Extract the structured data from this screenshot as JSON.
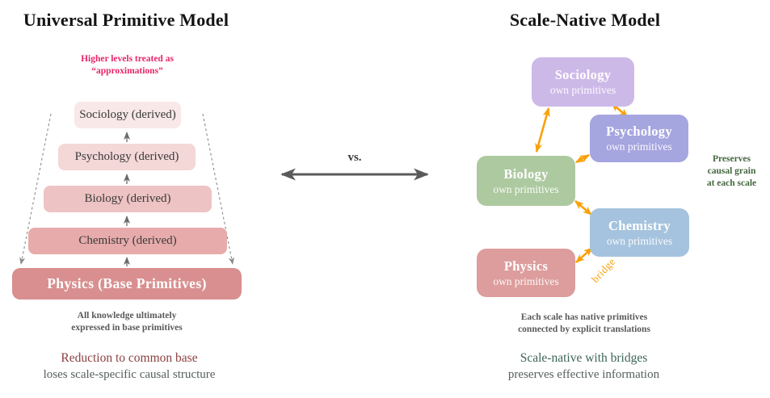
{
  "left": {
    "title": "Universal Primitive Model",
    "annotation_line1": "Higher levels treated as",
    "annotation_line2": "“approximations”",
    "levels": [
      {
        "label": "Sociology (derived)",
        "bg": "#f8e8e8",
        "fg": "#3a3a3a"
      },
      {
        "label": "Psychology (derived)",
        "bg": "#f4d7d7",
        "fg": "#3a3a3a"
      },
      {
        "label": "Biology (derived)",
        "bg": "#eec3c3",
        "fg": "#3a3a3a"
      },
      {
        "label": "Chemistry (derived)",
        "bg": "#e7abab",
        "fg": "#3a3a3a"
      },
      {
        "label": "Physics (Base Primitives)",
        "bg": "#d98f8f",
        "fg": "#ffffff"
      }
    ],
    "footnote_line1": "All knowledge ultimately",
    "footnote_line2": "expressed in base primitives",
    "caption_line1": "Reduction to common base",
    "caption_line2": "loses scale-specific causal structure"
  },
  "middle": {
    "vs_label": "vs."
  },
  "right": {
    "title": "Scale-Native Model",
    "nodes": [
      {
        "name": "Sociology",
        "sub": "own primitives",
        "bg": "#cdb9e8"
      },
      {
        "name": "Psychology",
        "sub": "own primitives",
        "bg": "#a5a5e0"
      },
      {
        "name": "Biology",
        "sub": "own primitives",
        "bg": "#adc9a0"
      },
      {
        "name": "Chemistry",
        "sub": "own primitives",
        "bg": "#a5c3de"
      },
      {
        "name": "Physics",
        "sub": "own primitives",
        "bg": "#dd9d9d"
      }
    ],
    "bridge_label": "bridge",
    "annotation_line1": "Preserves",
    "annotation_line2": "causal grain",
    "annotation_line3": "at each scale",
    "footnote_line1": "Each scale has native primitives",
    "footnote_line2": "connected by explicit translations",
    "caption_line1": "Scale-native with bridges",
    "caption_line2": "preserves effective information"
  },
  "colors": {
    "annotation_pink": "#e8256a",
    "caption_maroon": "#8a4040",
    "caption_green": "#3d6456",
    "annotation_green": "#44663f",
    "gray_text": "#5a5a5a",
    "caption_gray": "#56605e",
    "orange": "#f9a10a",
    "arrow_gray": "#5a5a5a",
    "mini_arrow_gray": "#6b6b6b",
    "dashed_gray": "#8a8a8a"
  }
}
